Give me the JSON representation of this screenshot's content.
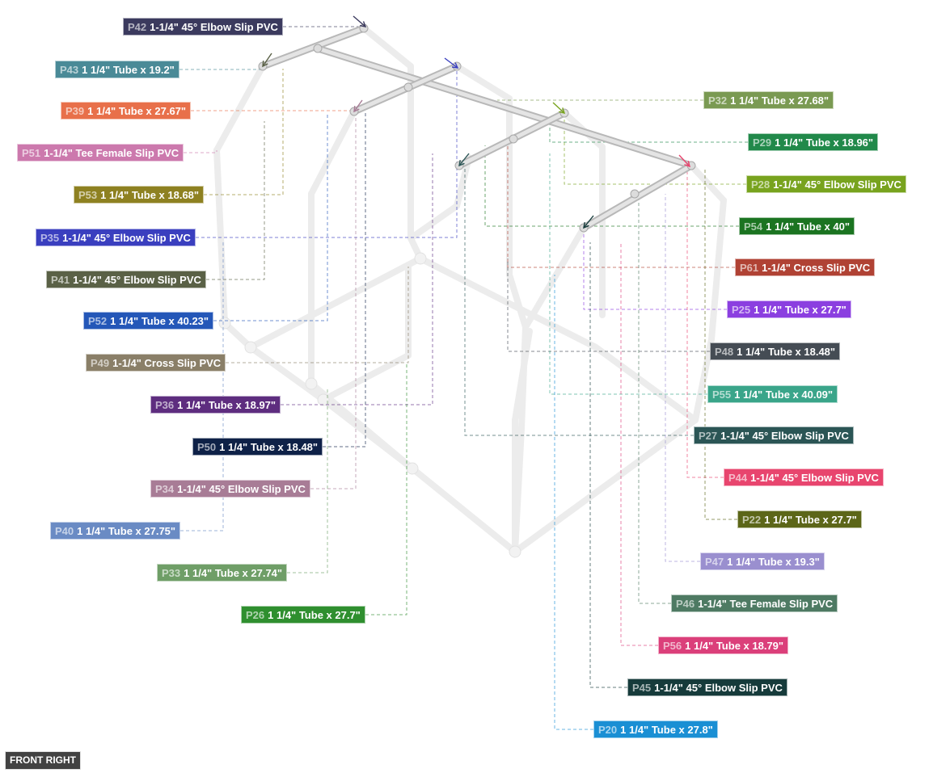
{
  "view_label": "FRONT RIGHT",
  "colors": {
    "frame": "#ececec",
    "top_pipe": "#d6d6d6",
    "leader": "#8a8a8a"
  },
  "labels": [
    {
      "id": "P42",
      "text": "1-1/4\" 45° Elbow Slip PVC",
      "color": "#3b3a5e"
    },
    {
      "id": "P43",
      "text": "1 1/4\" Tube x 19.2\"",
      "color": "#4a8a97"
    },
    {
      "id": "P39",
      "text": "1 1/4\" Tube x 27.67\"",
      "color": "#e8704a"
    },
    {
      "id": "P51",
      "text": "1-1/4\" Tee Female Slip PVC",
      "color": "#cc79ad"
    },
    {
      "id": "P53",
      "text": "1 1/4\" Tube x 18.68\"",
      "color": "#8e8121"
    },
    {
      "id": "P35",
      "text": "1-1/4\" 45° Elbow Slip PVC",
      "color": "#3a3fbf"
    },
    {
      "id": "P41",
      "text": "1-1/4\" 45° Elbow Slip PVC",
      "color": "#5a6146"
    },
    {
      "id": "P52",
      "text": "1 1/4\" Tube x 40.23\"",
      "color": "#2457b8"
    },
    {
      "id": "P49",
      "text": "1-1/4\" Cross Slip PVC",
      "color": "#8a7f68"
    },
    {
      "id": "P36",
      "text": "1 1/4\" Tube x 18.97\"",
      "color": "#5e2d7f"
    },
    {
      "id": "P50",
      "text": "1 1/4\" Tube x 18.48\"",
      "color": "#0e2147"
    },
    {
      "id": "P34",
      "text": "1-1/4\" 45° Elbow Slip PVC",
      "color": "#a87c96"
    },
    {
      "id": "P40",
      "text": "1 1/4\" Tube x 27.75\"",
      "color": "#6a8bc4"
    },
    {
      "id": "P33",
      "text": "1 1/4\" Tube x 27.74\"",
      "color": "#6f9e67"
    },
    {
      "id": "P26",
      "text": "1 1/4\" Tube x 27.7\"",
      "color": "#2f8f2f"
    },
    {
      "id": "P32",
      "text": "1 1/4\" Tube x 27.68\"",
      "color": "#7a9a52"
    },
    {
      "id": "P29",
      "text": "1 1/4\" Tube x 18.96\"",
      "color": "#21894a"
    },
    {
      "id": "P28",
      "text": "1-1/4\" 45° Elbow Slip PVC",
      "color": "#78a31e"
    },
    {
      "id": "P54",
      "text": "1 1/4\" Tube x 40\"",
      "color": "#1b7421"
    },
    {
      "id": "P61",
      "text": "1-1/4\" Cross Slip PVC",
      "color": "#b04234"
    },
    {
      "id": "P25",
      "text": "1 1/4\" Tube x 27.7\"",
      "color": "#8b3fe0"
    },
    {
      "id": "P48",
      "text": "1 1/4\" Tube x 18.48\"",
      "color": "#454c54"
    },
    {
      "id": "P55",
      "text": "1 1/4\" Tube x 40.09\"",
      "color": "#3aa58a"
    },
    {
      "id": "P27",
      "text": "1-1/4\" 45° Elbow Slip PVC",
      "color": "#2b5555"
    },
    {
      "id": "P44",
      "text": "1-1/4\" 45° Elbow Slip PVC",
      "color": "#e8456e"
    },
    {
      "id": "P22",
      "text": "1 1/4\" Tube x 27.7\"",
      "color": "#5c6618"
    },
    {
      "id": "P47",
      "text": "1 1/4\" Tube x 19.3\"",
      "color": "#9a8fcf"
    },
    {
      "id": "P46",
      "text": "1-1/4\" Tee Female Slip PVC",
      "color": "#4e7a63"
    },
    {
      "id": "P56",
      "text": "1 1/4\" Tube x 18.79\"",
      "color": "#db3f7a"
    },
    {
      "id": "P45",
      "text": "1-1/4\" 45° Elbow Slip PVC",
      "color": "#163b3b"
    },
    {
      "id": "P20",
      "text": "1 1/4\" Tube x 27.8\"",
      "color": "#1a8fd4"
    }
  ]
}
